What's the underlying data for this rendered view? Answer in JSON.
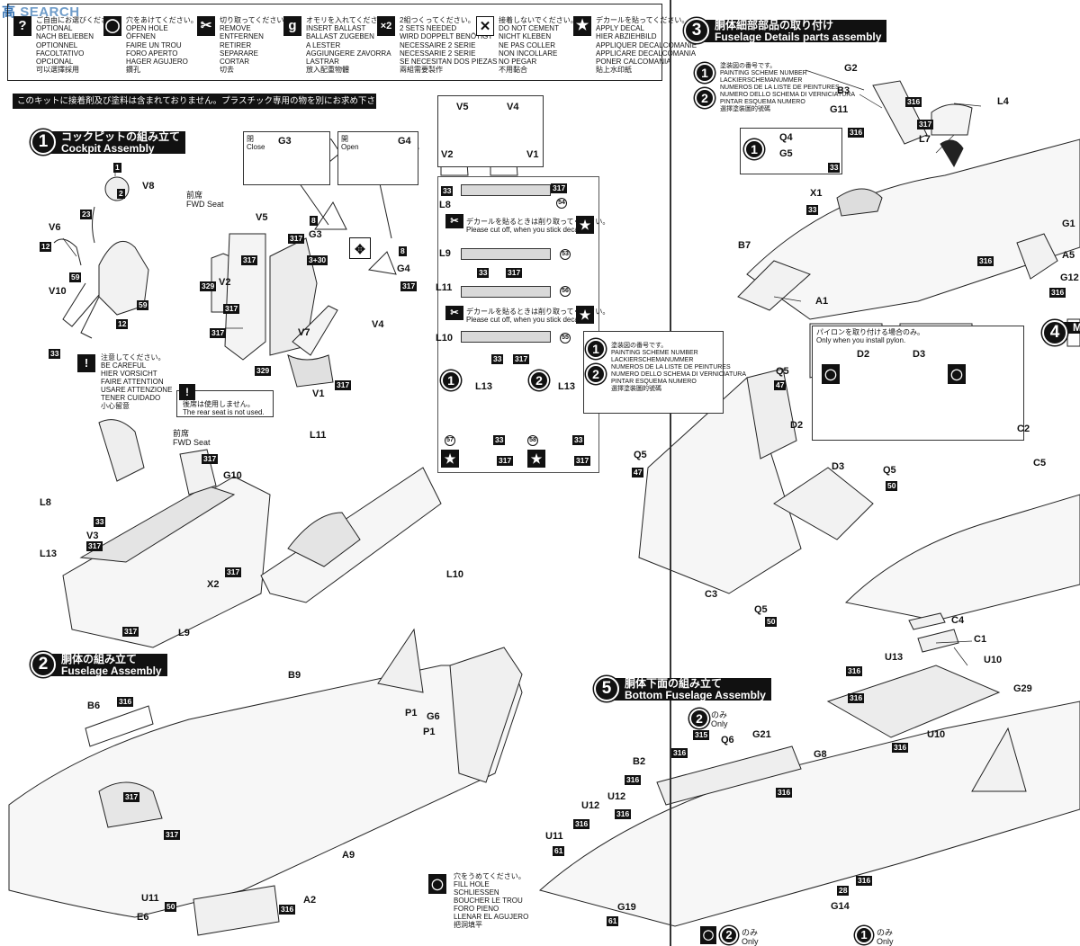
{
  "watermark": {
    "mark": "高",
    "text": "SEARCH"
  },
  "legend": [
    {
      "icon": "optional-icon",
      "sym": "?",
      "lines": [
        "ご自由にお選びください。",
        "OPTIONAL",
        "NACH BELIEBEN",
        "OPTIONNEL",
        "FACOLTATIVO",
        "OPCIONAL",
        "可以選擇採用"
      ]
    },
    {
      "icon": "open-hole-icon",
      "sym": "◯",
      "lines": [
        "穴をあけてください。",
        "OPEN HOLE",
        "ÖFFNEN",
        "FAIRE UN TROU",
        "FORO APERTO",
        "HAGER AGUJERO",
        "鑽孔"
      ]
    },
    {
      "icon": "remove-icon",
      "sym": "✂",
      "lines": [
        "切り取ってください。",
        "REMOVE",
        "ENTFERNEN",
        "RETIRER",
        "SEPARARE",
        "CORTAR",
        "切去"
      ]
    },
    {
      "icon": "ballast-icon",
      "sym": "g",
      "lines": [
        "オモリを入れてください。",
        "INSERT BALLAST",
        "BALLAST ZUGEBEN",
        "A LESTER",
        "AGGIUNGERE ZAVORRA",
        "LASTRAR",
        "放入配重物體"
      ]
    },
    {
      "icon": "two-sets-icon",
      "sym": "×2",
      "lines": [
        "2組つくってください。",
        "2 SETS NEEDED",
        "WIRD DOPPELT BENÖTIGT",
        "NECESSAIRE 2 SERIE",
        "NECESSARIE 2 SERIE",
        "SE NECESITAN DOS PIEZAS",
        "兩組需要製作"
      ]
    },
    {
      "icon": "do-not-cement-icon",
      "sym": "✕",
      "lines": [
        "接着しないでください。",
        "DO NOT CEMENT",
        "NICHT KLEBEN",
        "NE PAS COLLER",
        "NON INCOLLARE",
        "NO PEGAR",
        "不用黏合"
      ]
    },
    {
      "icon": "apply-decal-icon",
      "sym": "★",
      "lines": [
        "デカールを貼ってください。",
        "APPLY DECAL",
        "HIER ABZIEHBILD",
        "APPLIQUER DECALCOMANIE",
        "APPLICARE DECALCOMANIA",
        "PONER CALCOMANIA",
        "貼上水印紙"
      ]
    }
  ],
  "notice": "このキットに接着剤及び塗料は含まれておりません。プラスチック専用の物を別にお求め下さい。",
  "steps": [
    {
      "num": "1",
      "jp": "コックピットの組み立て",
      "en": "Cockpit Assembly"
    },
    {
      "num": "2",
      "jp": "胴体の組み立て",
      "en": "Fuselage Assembly"
    },
    {
      "num": "3",
      "jp": "胴体細部部品の取り付け",
      "en": "Fuselage Details parts assembly"
    },
    {
      "num": "4",
      "jp": "",
      "en": "M"
    },
    {
      "num": "5",
      "jp": "胴体下面の組み立て",
      "en": "Bottom Fuselage Assembly"
    }
  ],
  "canopy": {
    "close_jp": "閉",
    "close_en": "Close",
    "close_part": "G3",
    "open_jp": "開",
    "open_en": "Open",
    "open_part": "G4"
  },
  "fwd_seat": {
    "jp": "前席",
    "en": "FWD Seat"
  },
  "caution": [
    "注意してください。",
    "BE CAREFUL",
    "HIER VORSICHT",
    "FAIRE ATTENTION",
    "USARE ATTENZIONE",
    "TENER CUIDADO",
    "小心留意"
  ],
  "rear_seat": {
    "jp": "後席は使用しません。",
    "en": "The rear seat is not used."
  },
  "decal_cut": {
    "jp": "デカールを貼るときは削り取ってください。",
    "en": "Please cut off, when you stick decal."
  },
  "painting_scheme": [
    "塗装図の番号です。",
    "PAINTING SCHEME NUMBER",
    "LACKIERSCHEMANUMMER",
    "NUMEROS DE LA LISTE DE PEINTURES",
    "NUMERO DELLO SCHEMA DI VERNICIATURA",
    "PINTAR ESQUEMA NUMERO",
    "選擇塗裝圖的號碼"
  ],
  "pylon": {
    "jp": "パイロンを取り付ける場合のみ。",
    "en": "Only when you install pylon."
  },
  "fill_hole": [
    "穴をうめてください。",
    "FILL HOLE",
    "SCHLIESSEN",
    "BOUCHER LE TROU",
    "FORO PIENO",
    "LLENAR EL AGUJERO",
    "把洞填平"
  ],
  "only": {
    "jp": "のみ",
    "en": "Only"
  },
  "part_labels": {
    "V8": "V8",
    "V6": "V6",
    "V10": "V10",
    "V5": "V5",
    "V2": "V2",
    "V7": "V7",
    "V4": "V4",
    "V1": "V1",
    "G3": "G3",
    "G4": "G4",
    "L8": "L8",
    "L9": "L9",
    "L10": "L10",
    "L11": "L11",
    "L13": "L13",
    "G10": "G10",
    "X2": "X2",
    "V3": "V3",
    "B6": "B6",
    "B9": "B9",
    "P1a": "P1",
    "P1b": "P1",
    "G6": "G6",
    "A9": "A9",
    "A2": "A2",
    "U11": "U11",
    "E6": "E6",
    "G2": "G2",
    "B3": "B3",
    "G11": "G11",
    "L4": "L4",
    "L7": "L7",
    "Q4": "Q4",
    "G5": "G5",
    "X1": "X1",
    "B7": "B7",
    "A1": "A1",
    "G1": "G1",
    "A5": "A5",
    "G12": "G12",
    "Q5": "Q5",
    "D2": "D2",
    "D3": "D3",
    "C3": "C3",
    "C2": "C2",
    "C5": "C5",
    "C4": "C4",
    "C1": "C1",
    "U13": "U13",
    "U10": "U10",
    "G29": "G29",
    "Q6": "Q6",
    "G21": "G21",
    "G8": "G8",
    "B2": "B2",
    "U12": "U12",
    "G19": "G19",
    "G14": "G14"
  },
  "paint_codes": [
    "317",
    "316",
    "329",
    "33",
    "12",
    "23",
    "59",
    "54",
    "53",
    "56",
    "55",
    "57",
    "58",
    "47",
    "50",
    "61",
    "315",
    "28"
  ],
  "step_sub_numbers": [
    "1",
    "2",
    "3+30",
    "8"
  ]
}
